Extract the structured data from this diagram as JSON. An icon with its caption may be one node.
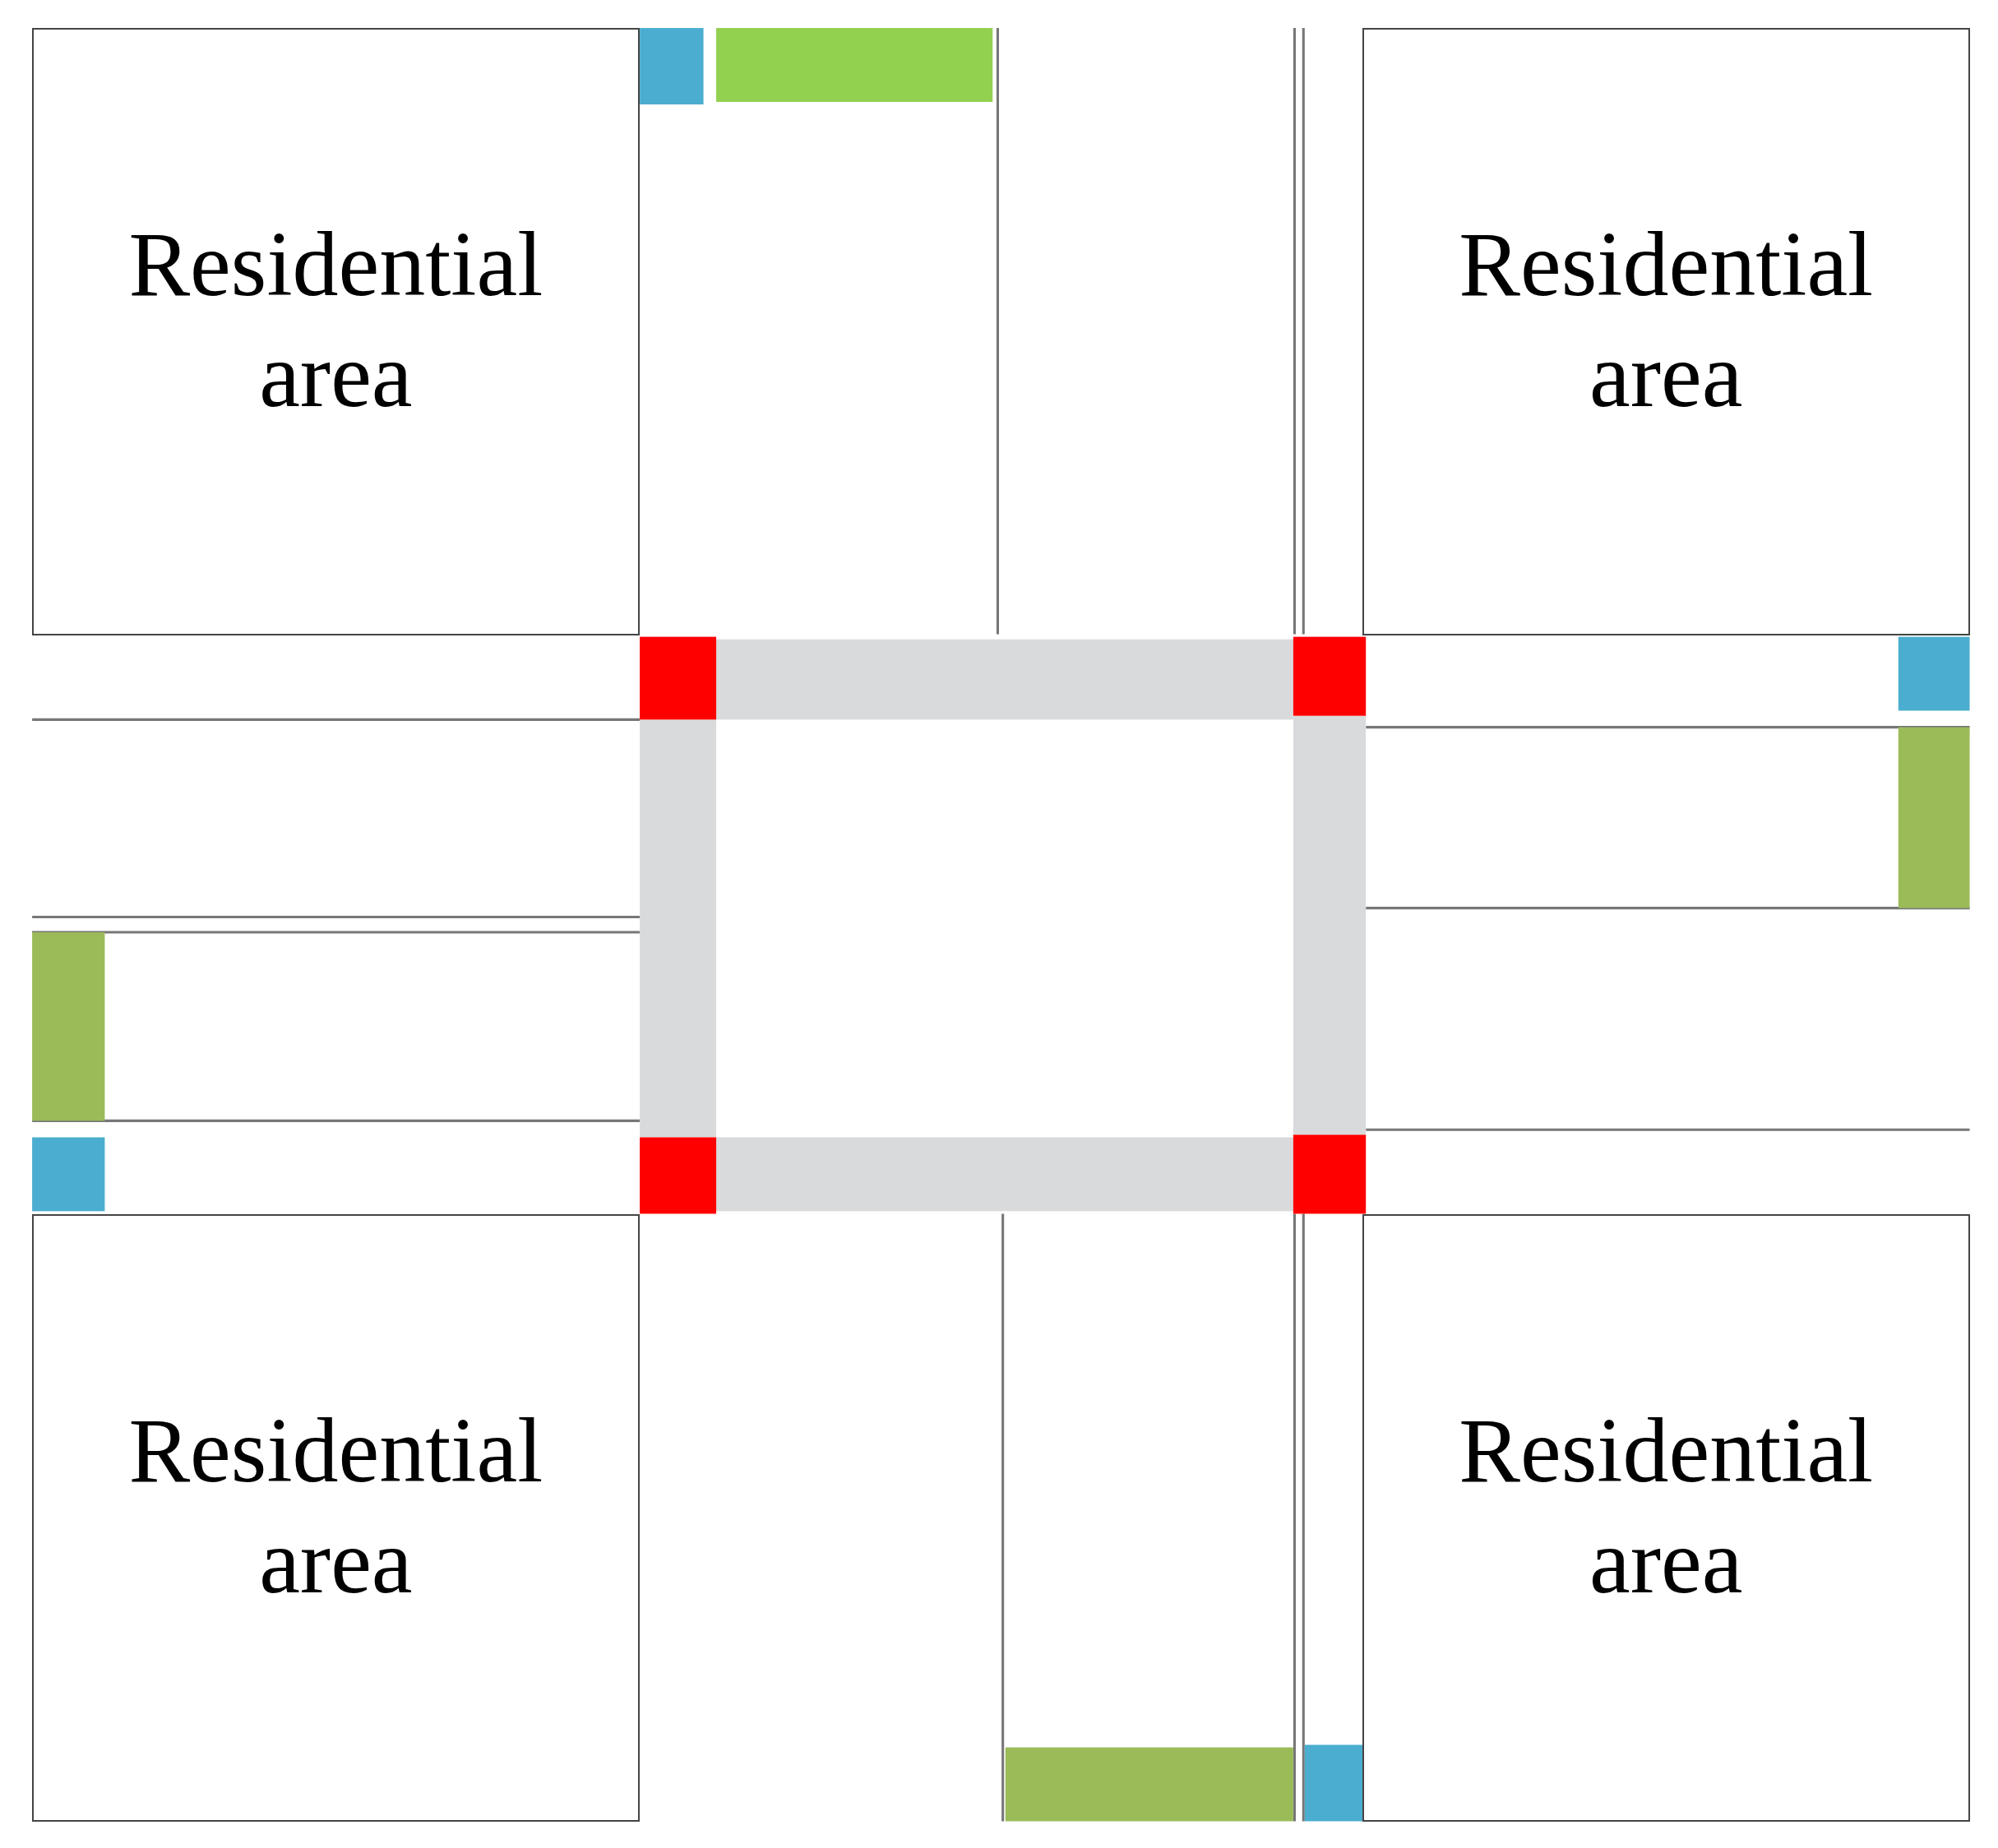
{
  "diagram": {
    "nodes": [
      {
        "text": [
          "Residential area"
        ]
      },
      {
        "text": [
          "Residential area"
        ]
      },
      {
        "text": [
          "Residential area"
        ]
      },
      {
        "text": [
          "Residential area"
        ]
      }
    ]
  }
}
